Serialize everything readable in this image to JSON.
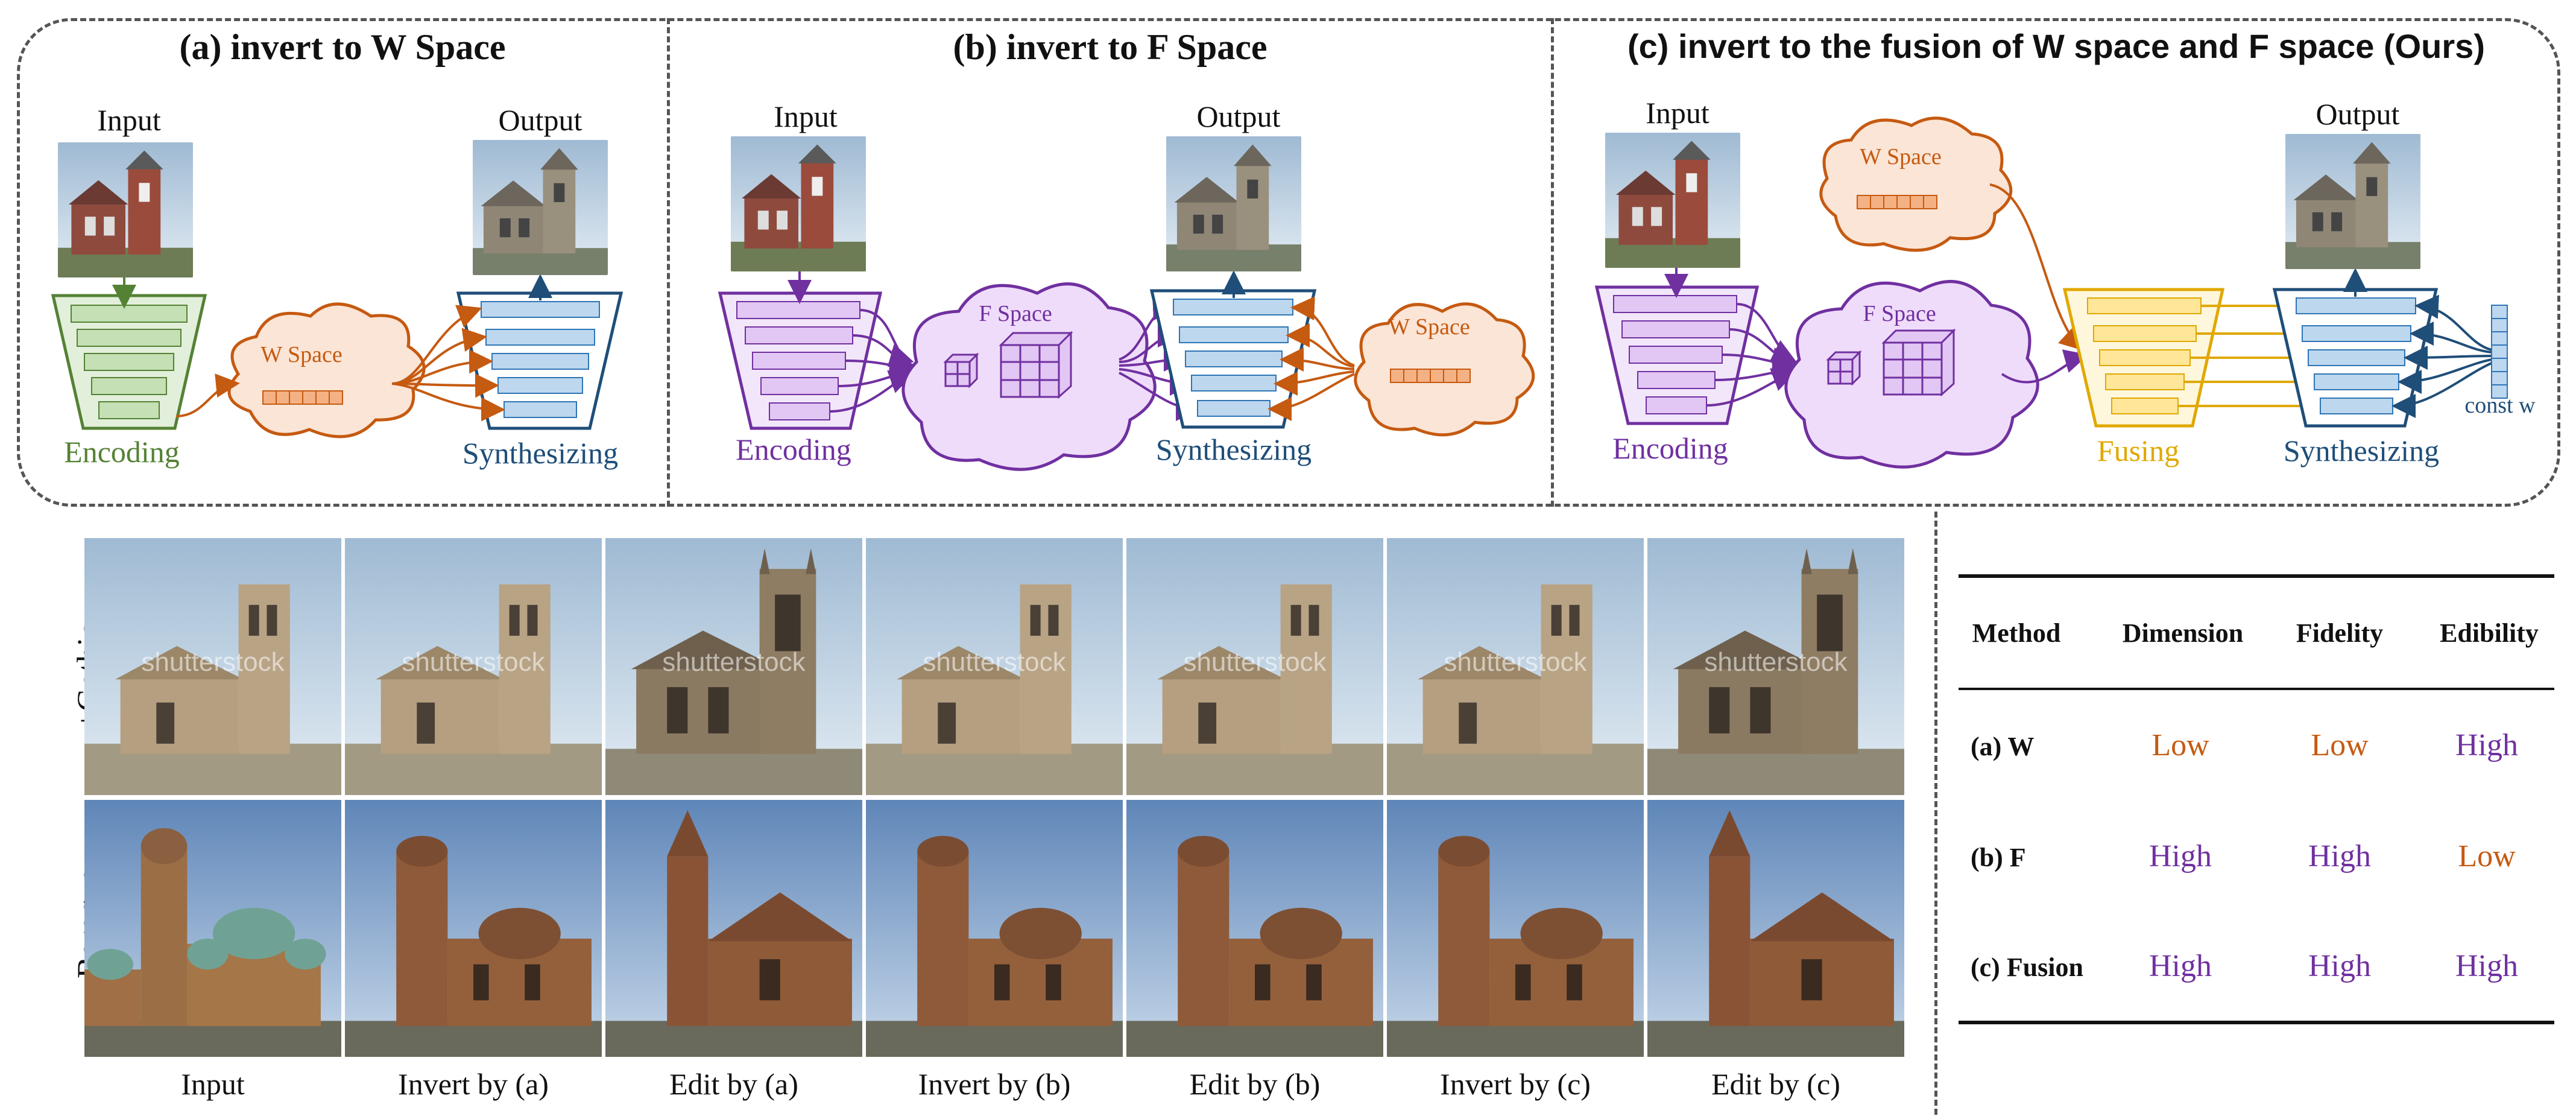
{
  "colors": {
    "green": "#548235",
    "purple": "#7030a0",
    "blue": "#1f4e79",
    "orange": "#c55a11",
    "gold": "#e0a800",
    "low": "#c55a11",
    "high": "#7030a0"
  },
  "panel_a": {
    "title": "(a) invert to W Space",
    "input_label": "Input",
    "output_label": "Output",
    "encoder_label": "Encoding",
    "latent_label": "W Space",
    "synth_label": "Synthesizing"
  },
  "panel_b": {
    "title": "(b) invert to F Space",
    "input_label": "Input",
    "output_label": "Output",
    "encoder_label": "Encoding",
    "f_label": "F Space",
    "w_label": "W Space",
    "synth_label": "Synthesizing"
  },
  "panel_c": {
    "title": "(c) invert to the fusion of W space and F space (Ours)",
    "input_label": "Input",
    "output_label": "Output",
    "encoder_label": "Encoding",
    "f_label": "F Space",
    "w_label": "W Space",
    "fusing_label": "Fusing",
    "synth_label": "Synthesizing",
    "const_label": "const w"
  },
  "grid": {
    "rows": [
      {
        "label": "+Gothic",
        "watermark": "shutterstock"
      },
      {
        "label": "-Baroque"
      }
    ],
    "columns": [
      "Input",
      "Invert by (a)",
      "Edit by (a)",
      "Invert by (b)",
      "Edit by (b)",
      "Invert by (c)",
      "Edit by (c)"
    ]
  },
  "table": {
    "headers": [
      "Method",
      "Dimension",
      "Fidelity",
      "Edibility"
    ],
    "rows": [
      {
        "method": "(a) W",
        "dimension": "Low",
        "fidelity": "Low",
        "edibility": "High"
      },
      {
        "method": "(b) F",
        "dimension": "High",
        "fidelity": "High",
        "edibility": "Low"
      },
      {
        "method": "(c) Fusion",
        "dimension": "High",
        "fidelity": "High",
        "edibility": "High"
      }
    ]
  }
}
